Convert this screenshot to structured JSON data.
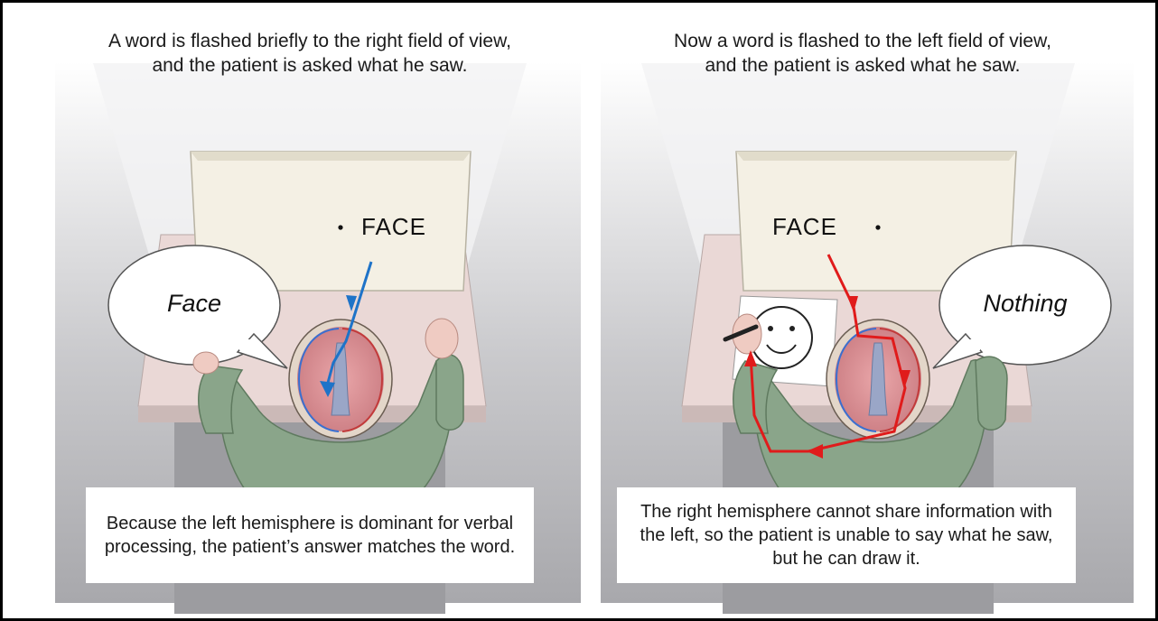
{
  "panels": [
    {
      "top_caption": "A word is flashed briefly to the right field of view, and the patient is asked what he saw.",
      "screen_word": "FACE",
      "spoken_response": "Face",
      "bottom_caption": "Because the left hemisphere is dominant for verbal processing, the patient’s answer matches the word.",
      "pathway_color": "#1e73c8"
    },
    {
      "top_caption": "Now a word is flashed to the left field of view, and the patient is asked what he saw.",
      "screen_word": "FACE",
      "spoken_response": "Nothing",
      "bottom_caption": "The right hemisphere cannot share information with the left, so the patient is unable to say what he saw, but he can draw it.",
      "pathway_color": "#e01b1b"
    }
  ],
  "colors": {
    "shirt": "#8aa58a",
    "desk": "#ead8d6",
    "screen": "#f4f0e4",
    "brain": "#d68f93",
    "left_hemisphere_outline": "#3a6fd0",
    "right_hemisphere_outline": "#c23b3b"
  }
}
